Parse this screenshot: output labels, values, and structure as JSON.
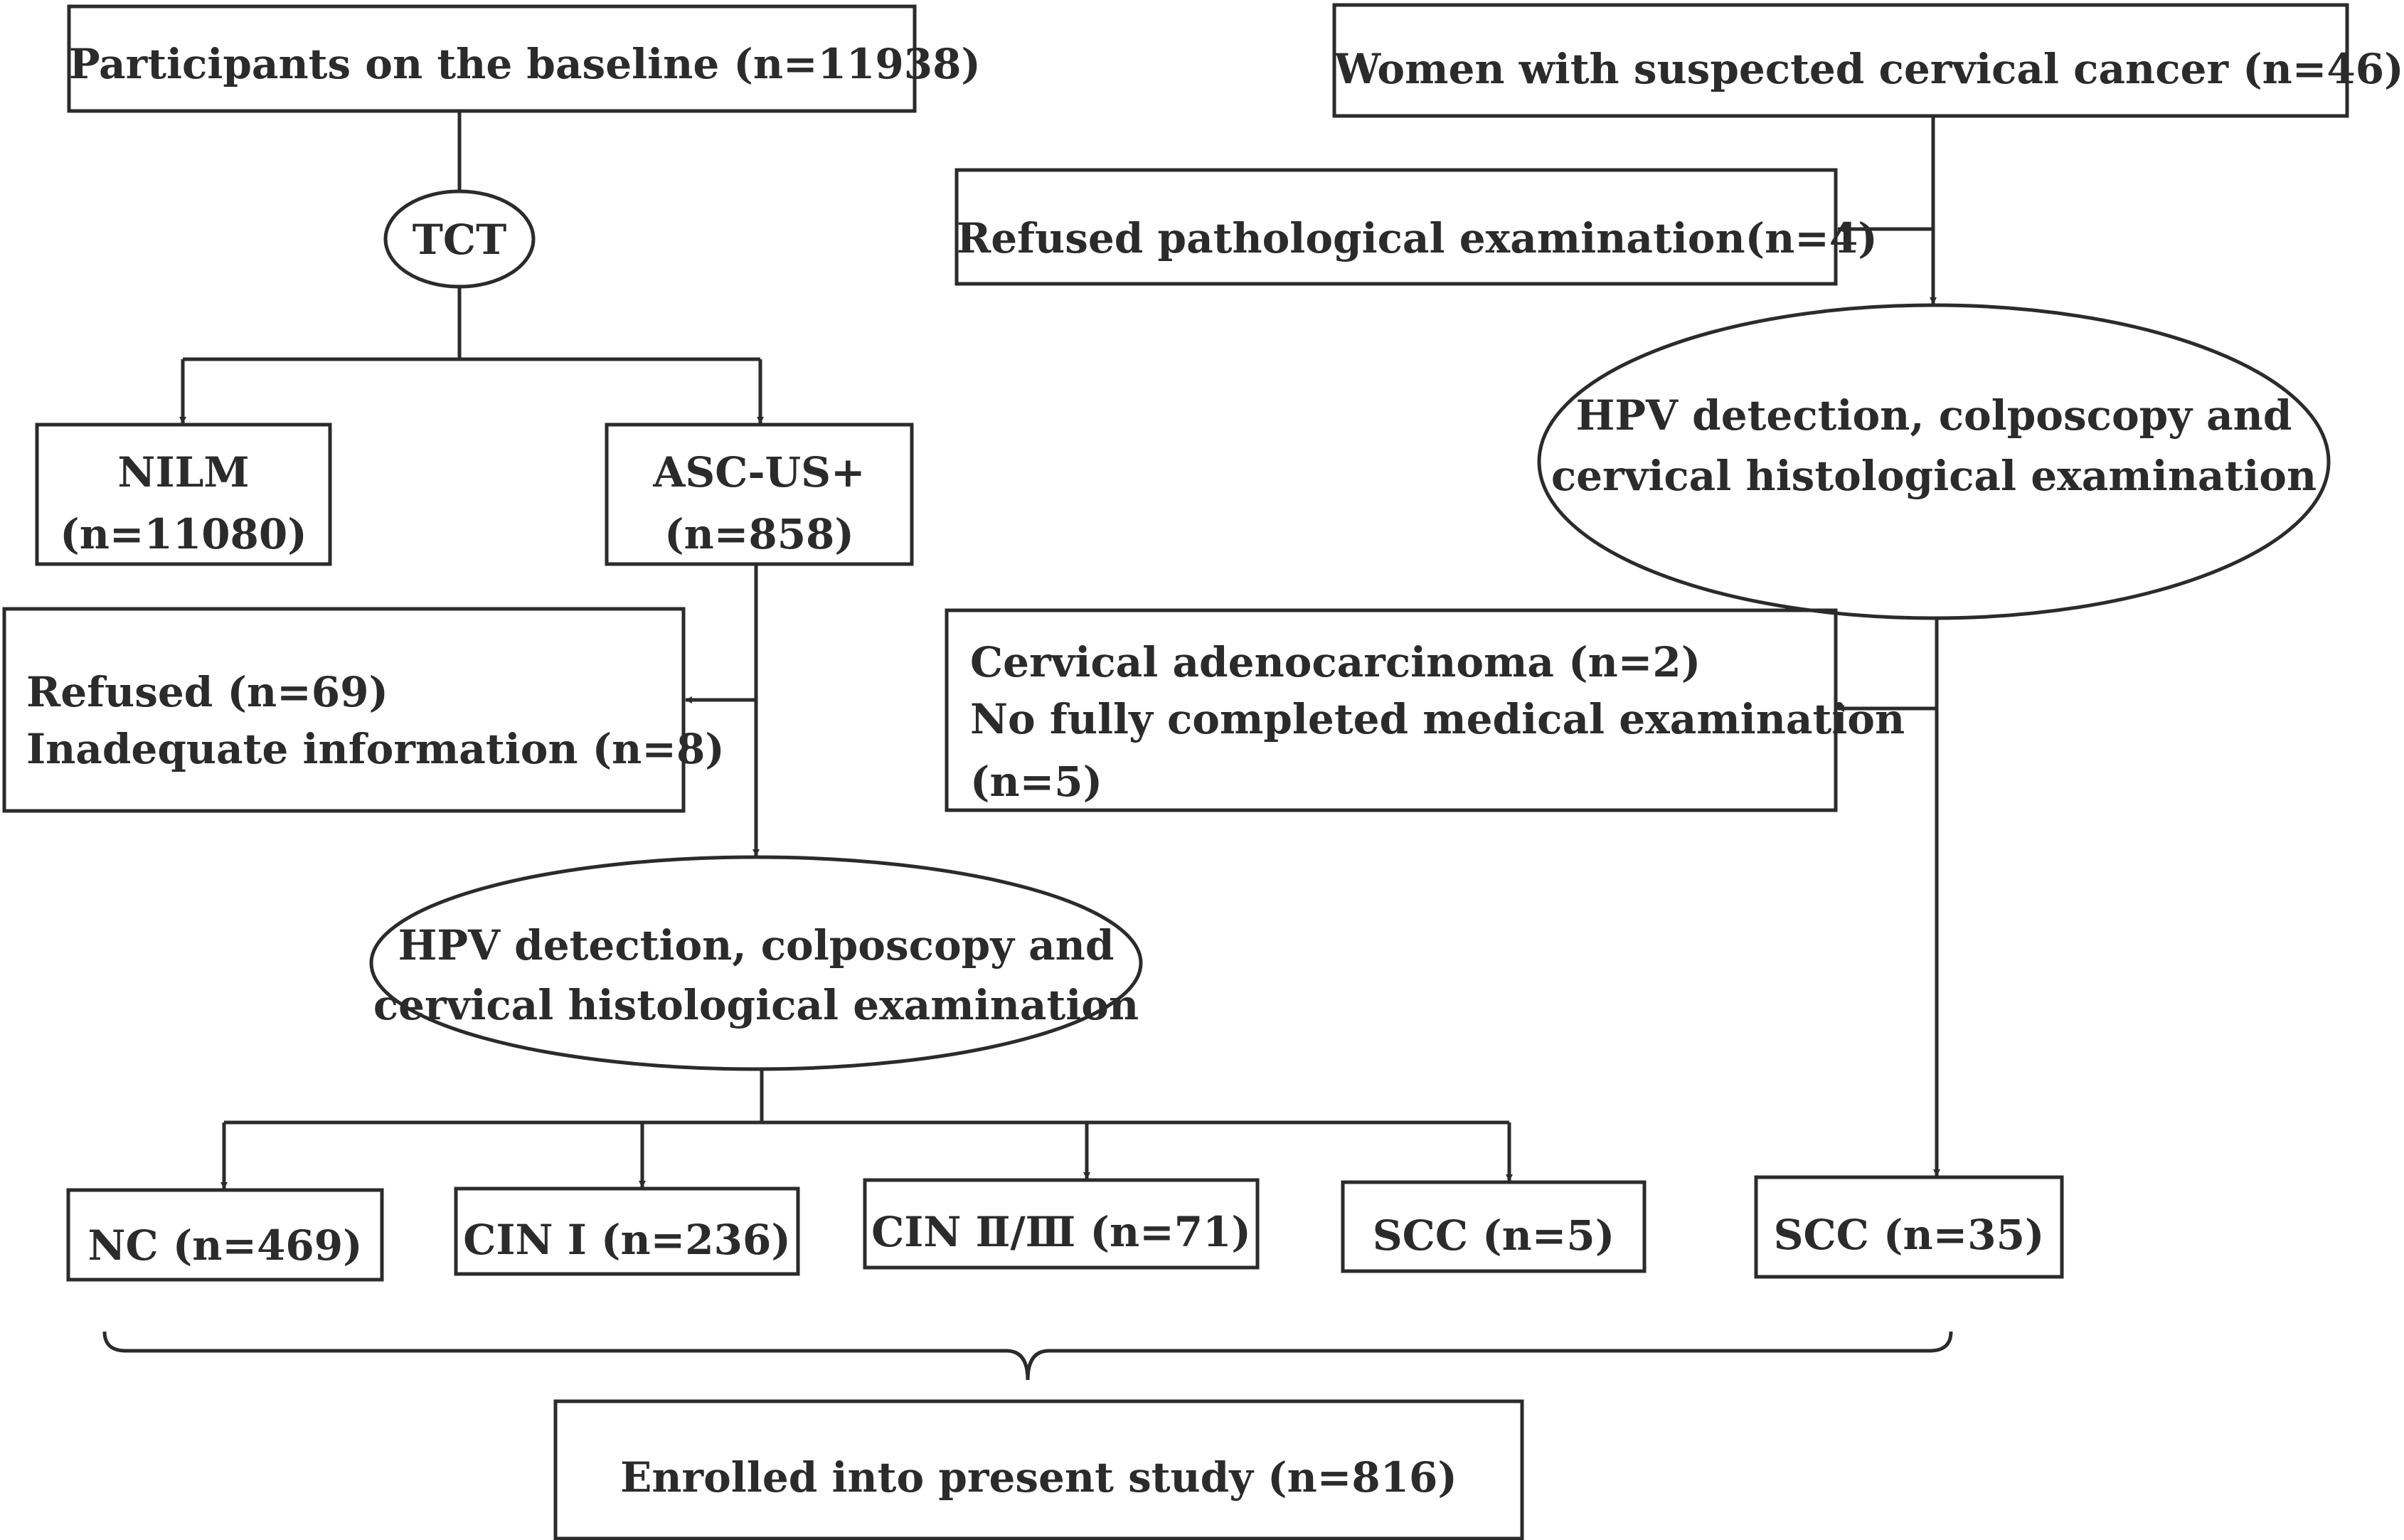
{
  "left_branch": {
    "participants": "Participants on the baseline (n=11938)",
    "tct": "TCT",
    "nilm_line1": "NILM",
    "nilm_line2": "(n=11080)",
    "ascus_line1": "ASC-US+",
    "ascus_line2": "(n=858)",
    "excluded_line1": "Refused (n=69)",
    "excluded_line2": "Inadequate information (n=8)",
    "exam_line1": "HPV detection, colposcopy and",
    "exam_line2": "cervical histological examination",
    "nc": "NC (n=469)",
    "cin1": "CIN Ⅰ (n=236)",
    "cin23": "CIN Ⅱ/Ⅲ (n=71)",
    "scc": "SCC (n=5)"
  },
  "right_branch": {
    "women": "Women with suspected cervical cancer (n=46)",
    "refused_path": "Refused pathological examination(n=4)",
    "exam_line1": "HPV detection, colposcopy and",
    "exam_line2": "cervical histological examination",
    "excluded_line1": "Cervical adenocarcinoma (n=2)",
    "excluded_line2": "No fully completed medical examination",
    "excluded_line3": "(n=5)",
    "scc": "SCC (n=35)"
  },
  "enrolled": "Enrolled into present study (n=816)"
}
